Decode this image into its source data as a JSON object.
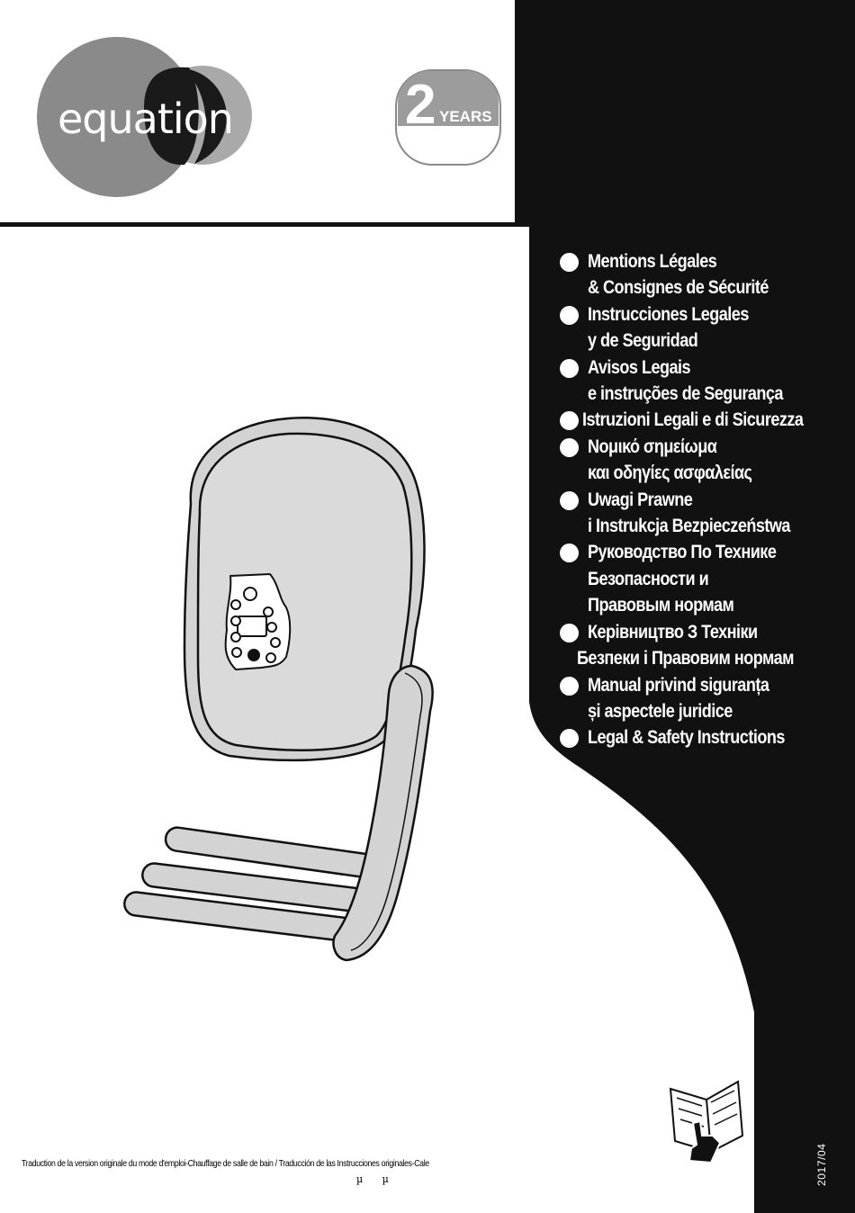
{
  "brand": {
    "name": "equation"
  },
  "warranty": {
    "number": "2",
    "unit": "YEARS"
  },
  "languages": [
    {
      "lines": [
        "Mentions Légales",
        "& Consignes de Sécurité"
      ]
    },
    {
      "lines": [
        "Instrucciones Legales",
        "y de Seguridad"
      ]
    },
    {
      "lines": [
        "Avisos Legais",
        "e instruções de Segurança"
      ]
    },
    {
      "lines": [
        "Istruzioni Legali e di Sicurezza"
      ]
    },
    {
      "lines": [
        "Νομικό σημείωμα",
        "και οδηγίες ασφαλείας"
      ]
    },
    {
      "lines": [
        "Uwagi Prawne",
        "i Instrukcja Bezpieczeństwa"
      ]
    },
    {
      "lines": [
        "Руководство По Технике",
        "Безопасности и",
        "Правовым нормам"
      ]
    },
    {
      "lines": [
        "Керівництво З Техніки",
        "Безпеки і Правовим нормам"
      ]
    },
    {
      "lines": [
        "Manual privind siguranța",
        "și aspectele juridice"
      ]
    },
    {
      "lines": [
        "Legal & Safety Instructions"
      ]
    }
  ],
  "footer": {
    "translation_note": "Traduction de la version originale du mode d'emploi-Chauffage de salle de bain / Traducción de las Instrucciones originales-Cale",
    "mu_symbols": "µ µ"
  },
  "date_code": "2017/04",
  "colors": {
    "panel": "#111111",
    "circle_dark": "#1a1a1a",
    "circle_grey": "#8a8a8a",
    "circle_light": "#a9a9a9",
    "heater_body": "#d3d3d3"
  },
  "icons": [
    "manual-reading-icon",
    "control-panel"
  ]
}
